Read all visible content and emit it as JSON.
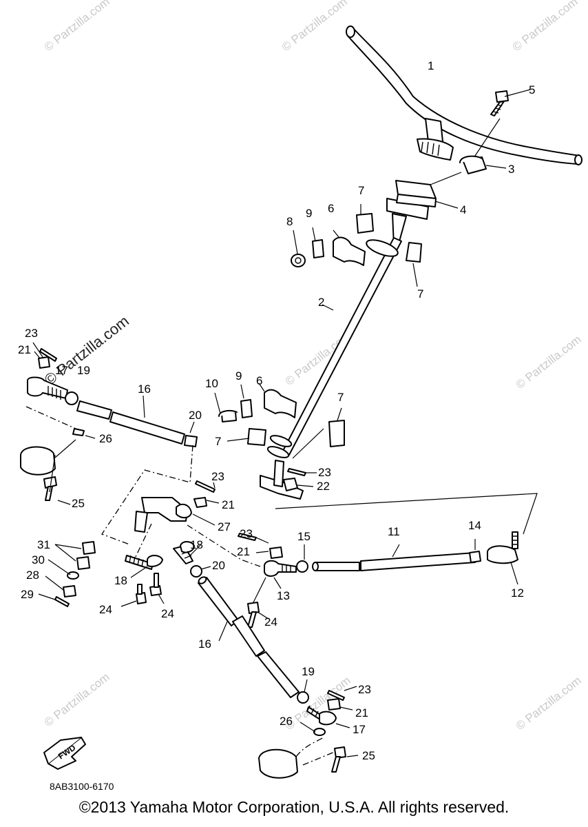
{
  "watermark": {
    "light": "© Partzilla.com",
    "bold": "© Partzilla.com"
  },
  "diagram_code": "8AB3100-6170",
  "fwd_label": "FWD",
  "copyright": "©2013 Yamaha Motor Corporation, U.S.A. All rights reserved.",
  "callouts": {
    "c1": "1",
    "c2": "2",
    "c3": "3",
    "c4": "4",
    "c5": "5",
    "c6a": "6",
    "c6b": "6",
    "c7a": "7",
    "c7b": "7",
    "c7c": "7",
    "c7d": "7",
    "c8": "8",
    "c9a": "9",
    "c9b": "9",
    "c10": "10",
    "c11": "11",
    "c12": "12",
    "c13": "13",
    "c14": "14",
    "c15": "15",
    "c16a": "16",
    "c16b": "16",
    "c17a": "17",
    "c17b": "17",
    "c18a": "18",
    "c18b": "18",
    "c19a": "19",
    "c19b": "19",
    "c20a": "20",
    "c20b": "20",
    "c21a": "21",
    "c21b": "21",
    "c21c": "21",
    "c21d": "21",
    "c22": "22",
    "c23a": "23",
    "c23b": "23",
    "c23c": "23",
    "c23d": "23",
    "c23e": "23",
    "c24a": "24",
    "c24b": "24",
    "c24c": "24",
    "c25a": "25",
    "c25b": "25",
    "c26a": "26",
    "c26b": "26",
    "c27": "27",
    "c28": "28",
    "c29": "29",
    "c30": "30",
    "c31": "31"
  }
}
